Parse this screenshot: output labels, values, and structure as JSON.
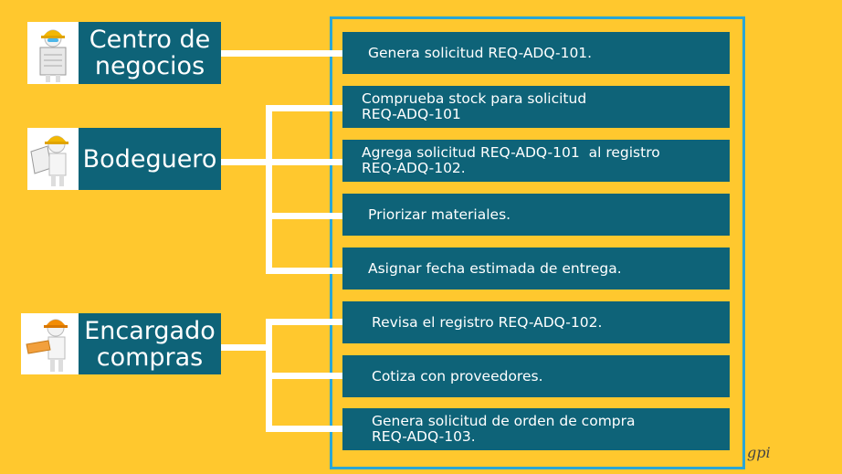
{
  "actors": [
    {
      "name": "Centro de\nnegocios"
    },
    {
      "name": "Bodeguero"
    },
    {
      "name": "Encargado\ncompras"
    }
  ],
  "steps": [
    "Genera solicitud REQ-ADQ-101.",
    "Comprueba stock para solicitud\nREQ-ADQ-101",
    "Agrega solicitud REQ-ADQ-101  al registro\nREQ-ADQ-102.",
    "Priorizar materiales.",
    "Asignar fecha estimada de entrega.",
    "Revisa el registro REQ-ADQ-102.",
    "Cotiza con proveedores.",
    "Genera solicitud de orden de compra\nREQ-ADQ-103."
  ],
  "signature": "gpi",
  "colors": {
    "background": "#FFC82E",
    "box": "#0E6378",
    "frame": "#2AA6D6",
    "connector": "#FFFFFF"
  }
}
